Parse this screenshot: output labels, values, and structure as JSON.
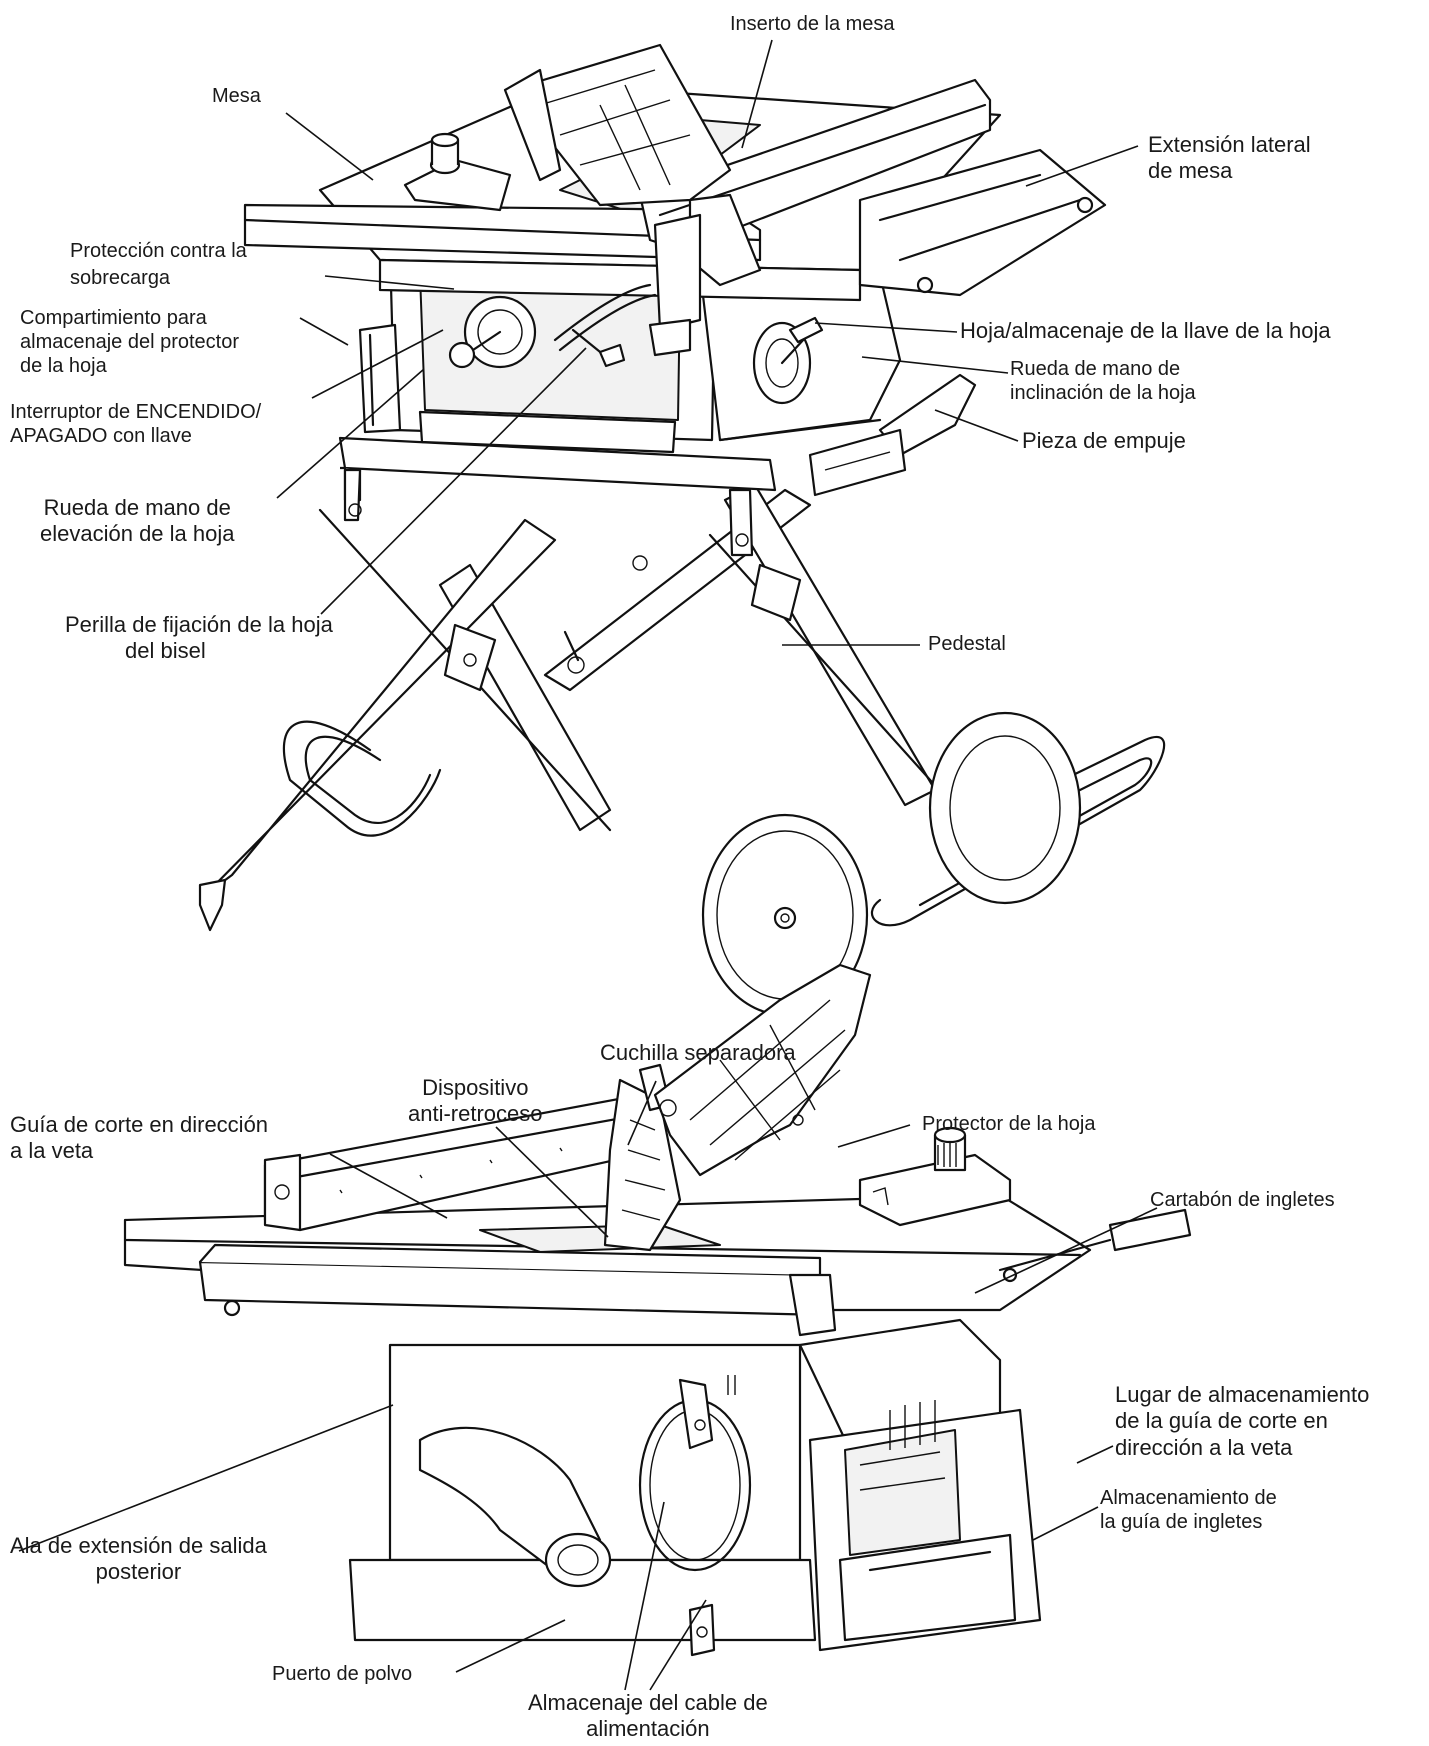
{
  "colors": {
    "ink": "#111111",
    "background": "#ffffff"
  },
  "top_diagram": {
    "labels": {
      "inserto": "Inserto de la mesa",
      "mesa": "Mesa",
      "extension_line1": "Extensión lateral",
      "extension_line2": "de mesa",
      "proteccion_line1": "Protección contra la",
      "proteccion_line2": "sobrecarga",
      "compartimiento_line1": "Compartimiento para",
      "compartimiento_line2": "almacenaje del protector",
      "compartimiento_line3": "de la hoja",
      "hoja_llave": "Hoja/almacenaje de la llave de la hoja",
      "rueda_incl_line1": "Rueda de mano de",
      "rueda_incl_line2": "inclinación de la hoja",
      "interruptor_line1": "Interruptor de ENCENDIDO/",
      "interruptor_line2": "APAGADO con llave",
      "pieza_empuje": "Pieza de empuje",
      "rueda_elev_line1": "Rueda de mano de",
      "rueda_elev_line2": "elevación de la hoja",
      "perilla_line1": "Perilla de fijación de la hoja",
      "perilla_line2": "del bisel",
      "pedestal": "Pedestal"
    }
  },
  "bottom_diagram": {
    "labels": {
      "cuchilla": "Cuchilla separadora",
      "dispositivo_line1": "Dispositivo",
      "dispositivo_line2": "anti-retroceso",
      "guia_corte_line1": "Guía de corte en dirección",
      "guia_corte_line2": "a la veta",
      "protector": "Protector de la hoja",
      "cartabon": "Cartabón de ingletes",
      "lugar_line1": "Lugar de almacenamiento",
      "lugar_line2": "de la guía de corte en",
      "lugar_line3": "dirección a la veta",
      "ala_line1": "Ala de extensión de salida",
      "ala_line2": "posterior",
      "almac_ingletes_line1": "Almacenamiento de",
      "almac_ingletes_line2": "la guía de ingletes",
      "puerto": "Puerto de polvo",
      "cable_line1": "Almacenaje del cable de",
      "cable_line2": "alimentación"
    }
  }
}
